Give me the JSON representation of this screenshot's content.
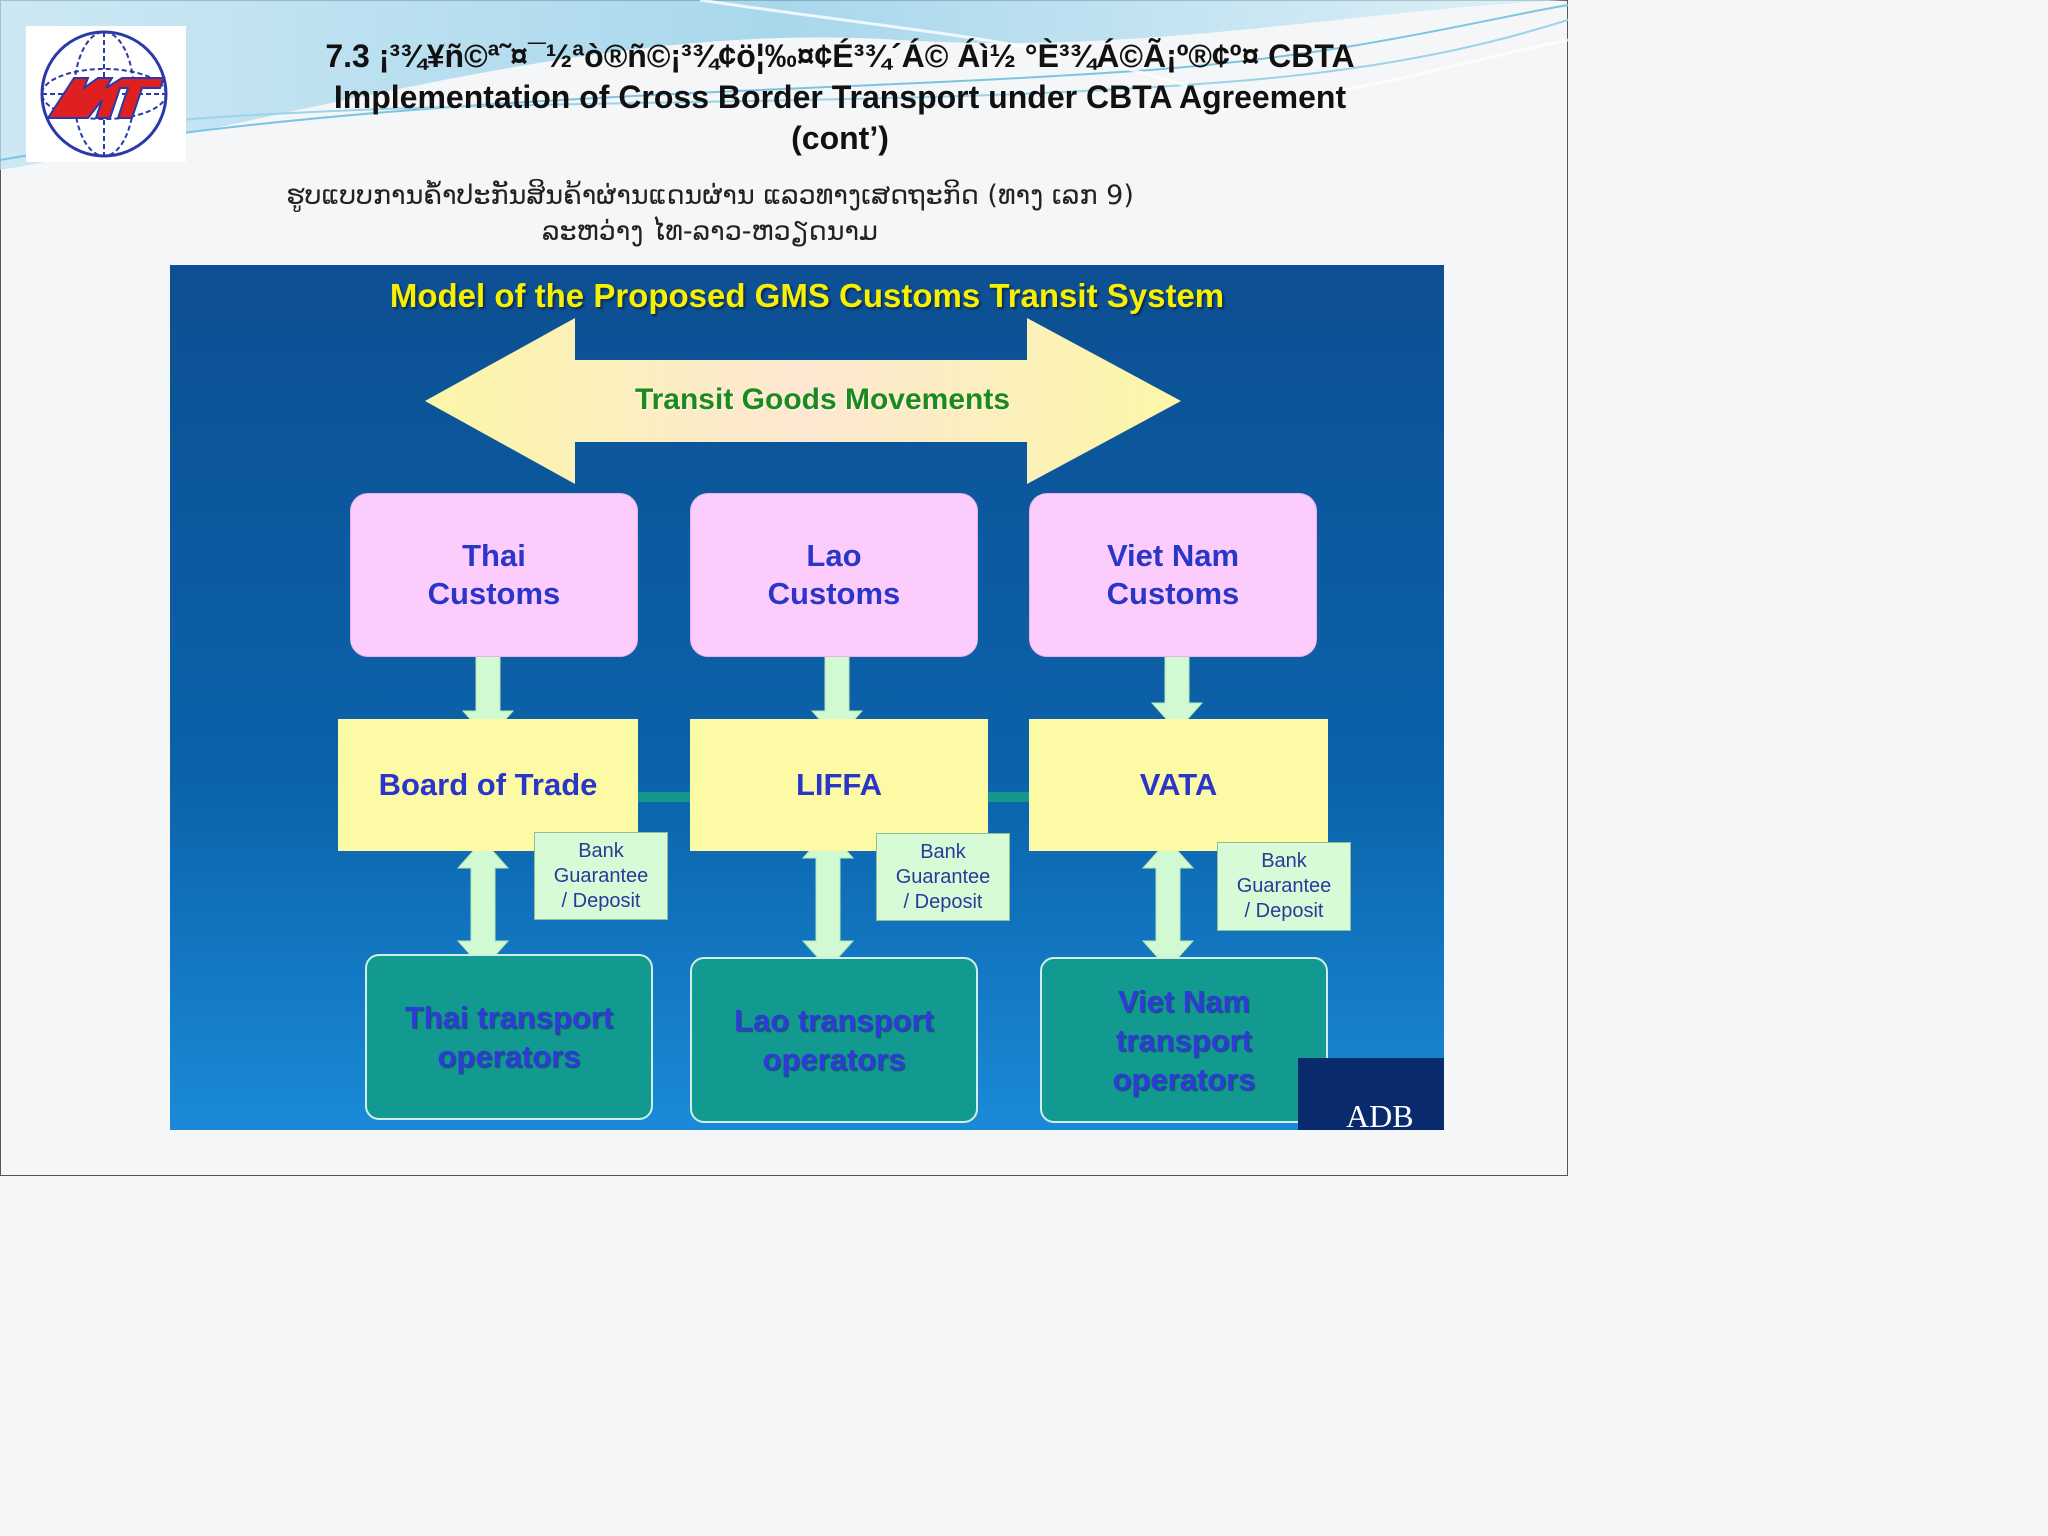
{
  "slide": {
    "title_line1": "7.3  ¡³¾¥ñ©ª˜¤¯½ªò®ñ©¡³¾¢ö¦‰¤¢É³¾´Á© Áì½ °È³¾Á©Ã¡º®¢º¤ CBTA",
    "title_line2": "Implementation of Cross Border Transport under CBTA  Agreement",
    "title_line3": "(cont’)",
    "subtitle_line1": "ຮູບແບບການຄໍ້າປະກັນສິນຄ້າຜ່ານແດນຜ່ານ ແລວທາງເສດຖະກິດ (ທາງ ເລກ 9)",
    "subtitle_line2": "ລະຫວ່າງ ໄທ-ລາວ-ຫວຽດນາມ"
  },
  "diagram": {
    "title": "Model of the Proposed GMS Customs Transit System",
    "movement_label": "Transit Goods Movements",
    "customs": [
      {
        "line1": "Thai",
        "line2": "Customs"
      },
      {
        "line1": "Lao",
        "line2": "Customs"
      },
      {
        "line1": "Viet Nam",
        "line2": "Customs"
      }
    ],
    "associations": [
      "Board of Trade",
      "LIFFA",
      "VATA"
    ],
    "bank_note": {
      "line1": "Bank",
      "line2": "Guarantee",
      "line3": "/ Deposit"
    },
    "operators": [
      {
        "line1": "Thai transport",
        "line2": "operators"
      },
      {
        "line1": "Lao transport",
        "line2": "operators"
      },
      {
        "line1": "Viet Nam",
        "line2": "transport",
        "line3": "operators"
      }
    ],
    "source_mark": "ADB"
  },
  "colors": {
    "diagram_bg": "#0b63ab",
    "title_yellow": "#f7f000",
    "customs_pink": "#fcccfc",
    "assoc_yellow": "#fcfaa4",
    "operator_teal": "#139a90",
    "text_blue": "#2a36c8",
    "movement_green": "#1d8a1d",
    "connector_teal": "#16958c",
    "connector_light": "#d2fad2"
  }
}
